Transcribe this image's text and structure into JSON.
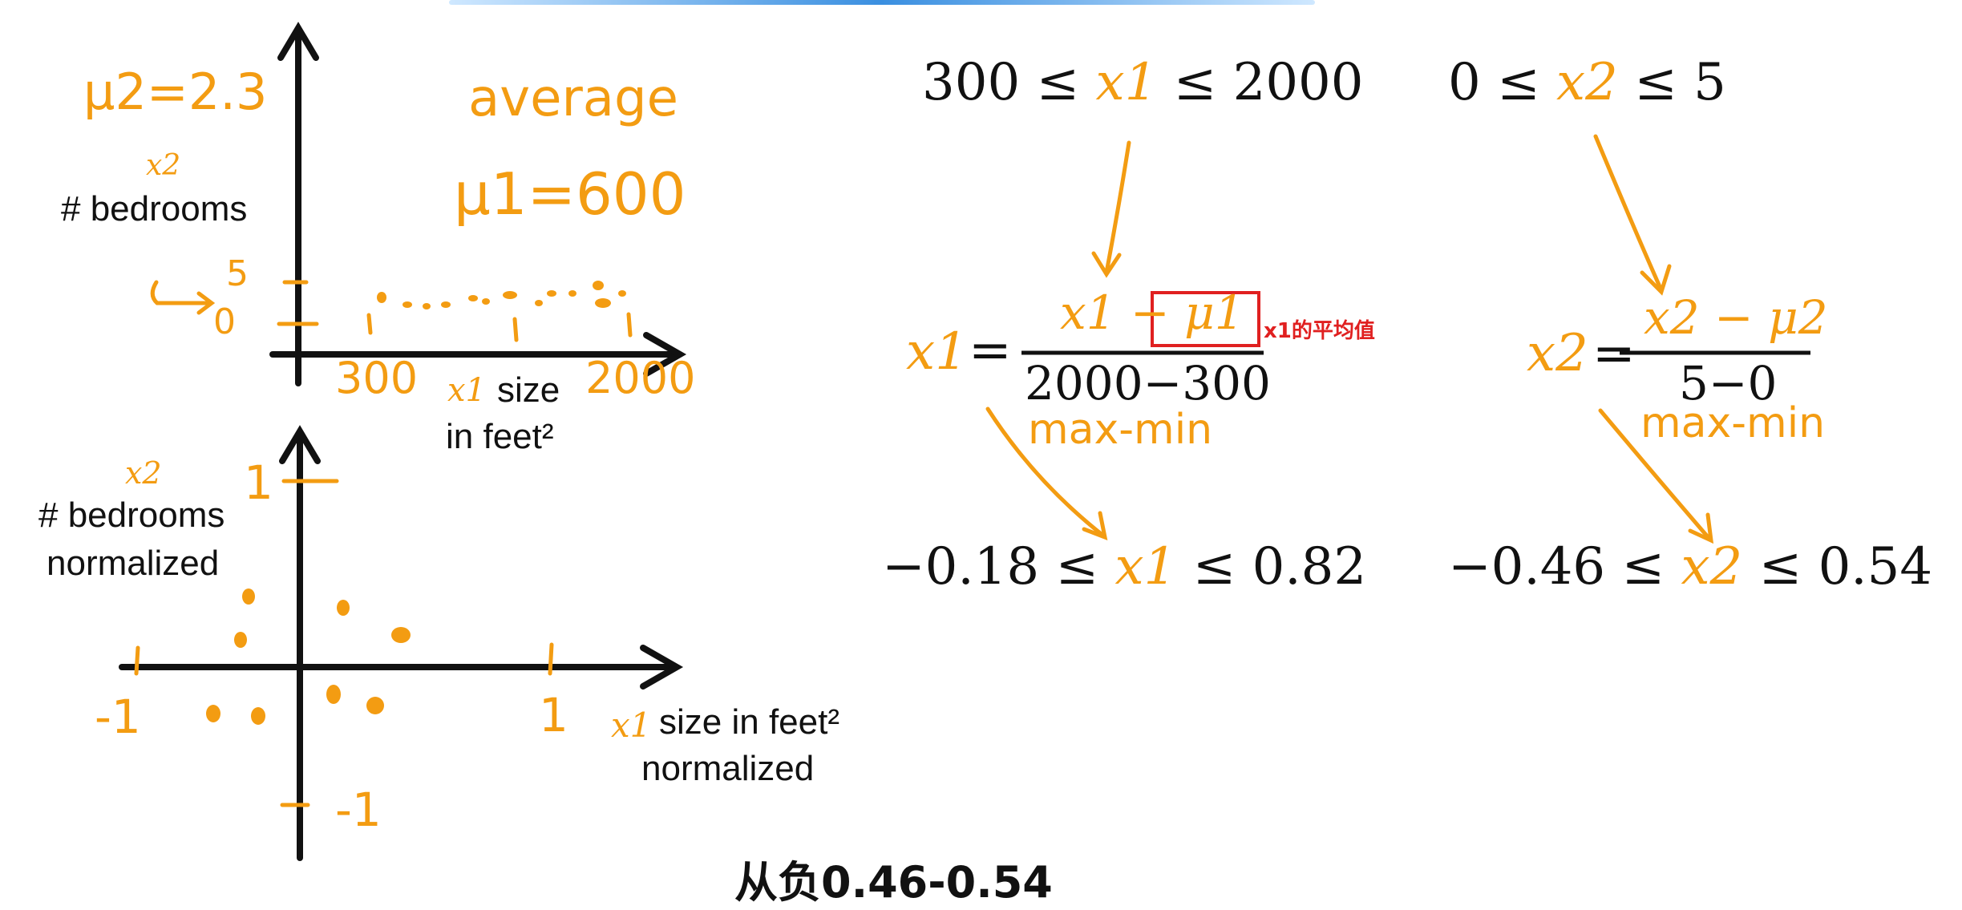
{
  "top_plot": {
    "mu2_label": "μ2=2.3",
    "y_var": "x2",
    "y_label": "# bedrooms",
    "average_label": "average",
    "mu1_label": "μ1=600",
    "tick_5": "5",
    "tick_0": "0",
    "tick_300": "300",
    "tick_2000": "2000",
    "x_var": "x1",
    "x_label_1": "size",
    "x_label_2": "in feet²"
  },
  "bottom_plot": {
    "y_var": "x2",
    "y_label_1": "# bedrooms",
    "y_label_2": "normalized",
    "tick_y_top": "1",
    "tick_x_left": "-1",
    "tick_x_right": "1",
    "tick_y_bottom": "-1",
    "x_var": "x1",
    "x_label_1": "size in feet²",
    "x_label_2": "normalized"
  },
  "formulas": {
    "range1_left": "300 ≤ ",
    "range1_var": "x1",
    "range1_right": " ≤ 2000",
    "range2_left": "0 ≤ ",
    "range2_var": "x2",
    "range2_right": " ≤ 5",
    "f1_lhs": "x1",
    "f1_eq": "=",
    "f1_num": "x1 − μ1",
    "f1_den": "2000−300",
    "f1_note": "max-min",
    "f2_lhs": "x2",
    "f2_eq": "=",
    "f2_num": "x2 − μ2",
    "f2_den": "5−0",
    "f2_note": "max-min",
    "res1_left": "−0.18 ≤ ",
    "res1_var": "x1",
    "res1_right": " ≤ 0.82",
    "res2_left": "−0.46 ≤ ",
    "res2_var": "x2",
    "res2_right": " ≤ 0.54"
  },
  "annotation": {
    "red_note": "x1的平均值"
  },
  "caption": {
    "subtitle": "从负0.46-0.54"
  },
  "colors": {
    "accent": "#F39C12",
    "ink": "#111111",
    "highlight": "#e02020"
  }
}
